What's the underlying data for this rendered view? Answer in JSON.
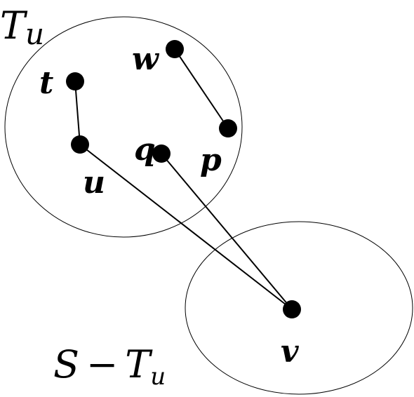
{
  "sets": {
    "tu": {
      "main": "T",
      "sub": "u"
    },
    "complement": {
      "main": "S",
      "op": "−",
      "main2": "T",
      "sub": "u"
    }
  },
  "nodes": {
    "t": {
      "label": "t"
    },
    "w": {
      "label": "w"
    },
    "u": {
      "label": "u"
    },
    "q": {
      "label": "q"
    },
    "p": {
      "label": "p"
    },
    "v": {
      "label": "v"
    }
  },
  "edges": [
    {
      "from": "t",
      "to": "u"
    },
    {
      "from": "w",
      "to": "p"
    },
    {
      "from": "u",
      "to": "v"
    },
    {
      "from": "q",
      "to": "v"
    }
  ]
}
